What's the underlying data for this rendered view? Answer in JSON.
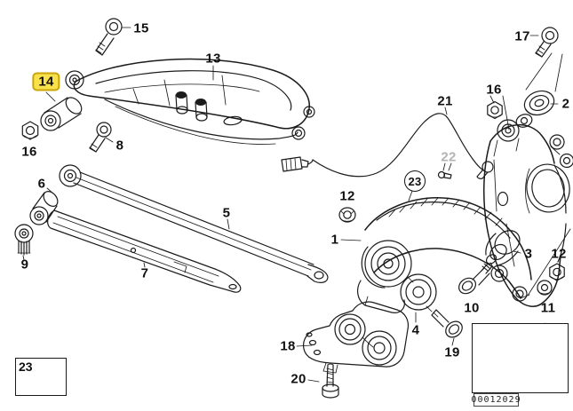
{
  "diagram": {
    "type": "exploded-parts-diagram",
    "states": {
      "highlighted_part": "14",
      "muted_part": "22"
    }
  },
  "labels": {
    "n15": "15",
    "n13": "13",
    "n14": "14",
    "n16_left": "16",
    "n8": "8",
    "n6": "6",
    "n9": "9",
    "n7": "7",
    "n5": "5",
    "n12_left": "12",
    "n1": "1",
    "n23_circle": "23",
    "n21": "21",
    "n22": "22",
    "n16_right": "16",
    "n17": "17",
    "n2": "2",
    "n3": "3",
    "n12_right": "12",
    "n11": "11",
    "n10": "10",
    "n4": "4",
    "n19": "19",
    "n18": "18",
    "n20": "20"
  },
  "insets": {
    "clip_box_label": "23",
    "diagram_code": "00012029"
  },
  "colors": {
    "line": "#1b1b1b",
    "highlight_fill": "#F8E14B",
    "highlight_border": "#C9A50B",
    "muted_label": "#B3B3B3"
  }
}
